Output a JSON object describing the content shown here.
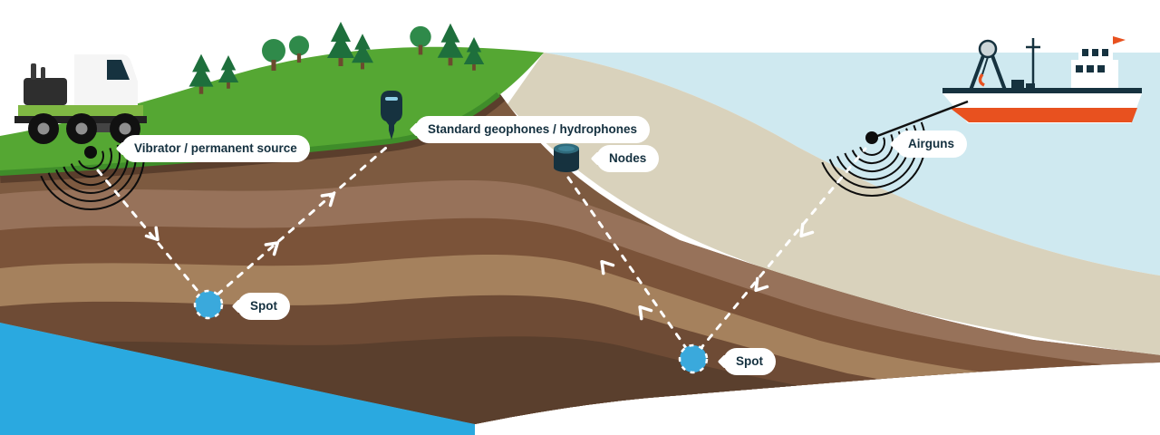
{
  "labels": {
    "vibrator": "Vibrator / permanent source",
    "geophones": "Standard geophones / hydrophones",
    "nodes": "Nodes",
    "airguns": "Airguns",
    "spot_land": "Spot",
    "spot_sea": "Spot"
  },
  "icons": {
    "vibrator_truck": "vibrator-truck-icon",
    "survey_vessel": "survey-vessel-icon",
    "geophone": "geophone-icon",
    "node": "node-icon",
    "source_waves": "seismic-waves-icon",
    "spot_marker": "spot-marker-icon"
  },
  "colors": {
    "land_green": "#55a733",
    "sea_light": "#cfe9f0",
    "seabed_sand": "#d9d2bc",
    "strata_brown": "#7d5a40",
    "deep_water_blue": "#2aa9e0",
    "spot_blue": "#3aa9dc",
    "hull_orange": "#e8511f",
    "label_text": "#14303f"
  }
}
